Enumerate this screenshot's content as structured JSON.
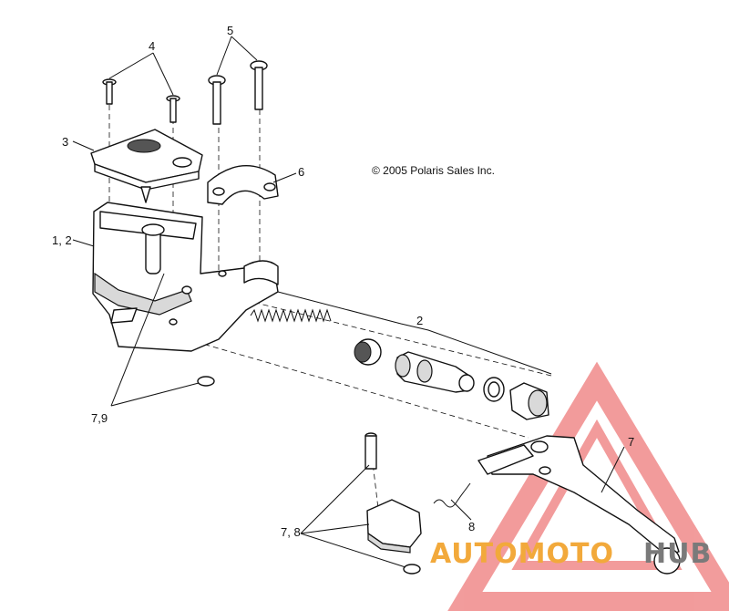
{
  "copyright": "© 2005 Polaris Sales Inc.",
  "callouts": {
    "c1": "1, 2",
    "c2": "2",
    "c3": "3",
    "c4": "4",
    "c5": "5",
    "c6": "6",
    "c7": "7",
    "c79": "7,9",
    "c78": "7, 8",
    "c8": "8"
  },
  "watermark": {
    "part1": "AUTOMOTO",
    "part2": "HUB",
    "color_primary": "#f2a93b",
    "color_secondary": "#7a7a7a",
    "triangle_color": "#e84a4a"
  }
}
